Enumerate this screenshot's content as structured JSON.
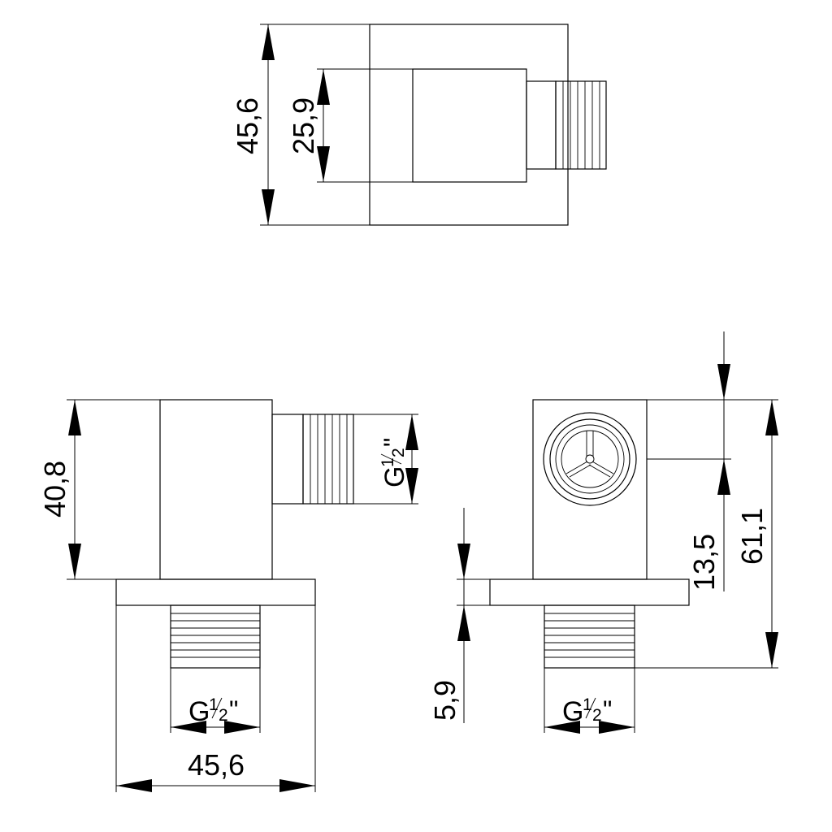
{
  "dimensions": {
    "top_width": "45,6",
    "top_inner": "25,9",
    "front_height": "40,8",
    "side_offset": "13,5",
    "side_total": "61,1",
    "flange": "5,9",
    "base_width": "45,6"
  },
  "thread": {
    "letter": "G",
    "num": "1",
    "den": "2",
    "mark": "\""
  }
}
